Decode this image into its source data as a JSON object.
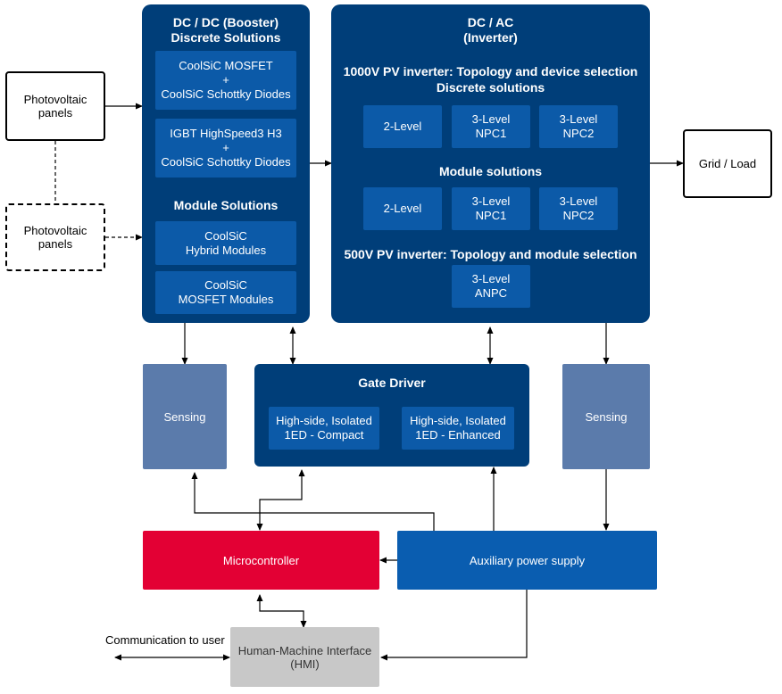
{
  "pv_panel_1": {
    "line1": "Photovoltaic",
    "line2": "panels"
  },
  "pv_panel_2": {
    "line1": "Photovoltaic",
    "line2": "panels"
  },
  "dcdc": {
    "title1": "DC / DC (Booster)",
    "title2": "Discrete Solutions",
    "discrete": [
      {
        "line1": "CoolSiC MOSFET",
        "line2": "+",
        "line3": "CoolSiC Schottky Diodes"
      },
      {
        "line1": "IGBT HighSpeed3 H3",
        "line2": "+",
        "line3": "CoolSiC Schottky Diodes"
      }
    ],
    "module_title": "Module Solutions",
    "modules": [
      {
        "line1": "CoolSiC",
        "line2": "Hybrid Modules"
      },
      {
        "line1": "CoolSiC",
        "line2": "MOSFET Modules"
      }
    ]
  },
  "dcac": {
    "title1": "DC / AC",
    "title2": "(Inverter)",
    "heading_1000v": "1000V PV inverter: Topology and device selection",
    "discrete_title": "Discrete solutions",
    "discrete": [
      {
        "line1": "2-Level",
        "line2": ""
      },
      {
        "line1": "3-Level",
        "line2": "NPC1"
      },
      {
        "line1": "3-Level",
        "line2": "NPC2"
      }
    ],
    "module_title": "Module solutions",
    "modules": [
      {
        "line1": "2-Level",
        "line2": ""
      },
      {
        "line1": "3-Level",
        "line2": "NPC1"
      },
      {
        "line1": "3-Level",
        "line2": "NPC2"
      }
    ],
    "heading_500v": "500V PV inverter: Topology and module selection",
    "anpc": {
      "line1": "3-Level",
      "line2": "ANPC"
    }
  },
  "grid_load": "Grid / Load",
  "sensing_left": "Sensing",
  "sensing_right": "Sensing",
  "gate_driver": {
    "title": "Gate Driver",
    "compact": {
      "line1": "High-side, Isolated",
      "line2": "1ED - Compact"
    },
    "enhanced": {
      "line1": "High-side, Isolated",
      "line2": "1ED - Enhanced"
    }
  },
  "microcontroller": "Microcontroller",
  "aux_supply": "Auxiliary power supply",
  "hmi": {
    "line1": "Human-Machine Interface",
    "line2": "(HMI)"
  },
  "communication_label": "Communication to user",
  "colors": {
    "panel": "#003e79",
    "sub_block": "#0c5aa8",
    "sensing": "#5b7bab",
    "microcontroller": "#e30034",
    "aux_supply": "#0a5db0",
    "hmi": "#c8c8c8"
  }
}
